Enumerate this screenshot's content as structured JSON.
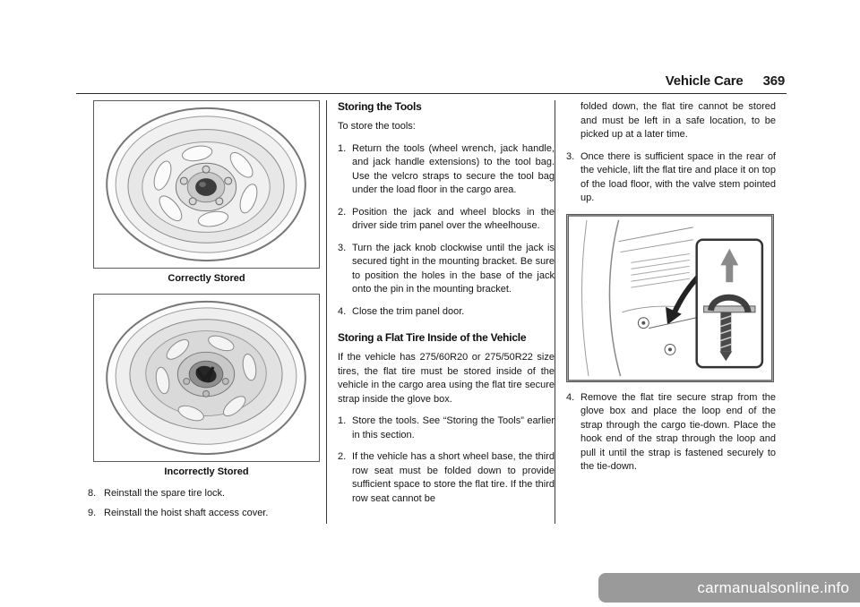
{
  "header": {
    "title": "Vehicle Care",
    "page_number": "369"
  },
  "left": {
    "caption_correct": "Correctly Stored",
    "caption_incorrect": "Incorrectly Stored",
    "items": [
      {
        "num": "8.",
        "text": "Reinstall the spare tire lock."
      },
      {
        "num": "9.",
        "text": "Reinstall the hoist shaft access cover."
      }
    ]
  },
  "middle": {
    "tools": {
      "heading": "Storing the Tools",
      "intro": "To store the tools:",
      "steps": [
        {
          "num": "1.",
          "text": "Return the tools (wheel wrench, jack handle, and jack handle extensions) to the tool bag. Use the velcro straps to secure the tool bag under the load floor in the cargo area."
        },
        {
          "num": "2.",
          "text": "Position the jack and wheel blocks in the driver side trim panel over the wheelhouse."
        },
        {
          "num": "3.",
          "text": "Turn the jack knob clockwise until the jack is secured tight in the mounting bracket. Be sure to position the holes in the base of the jack onto the pin in the mounting bracket."
        },
        {
          "num": "4.",
          "text": "Close the trim panel door."
        }
      ]
    },
    "flat_tire": {
      "heading": "Storing a Flat Tire Inside of the Vehicle",
      "intro": "If the vehicle has 275/60R20 or 275/50R22 size tires, the flat tire must be stored inside of the vehicle in the cargo area using the flat tire secure strap inside the glove box.",
      "steps": [
        {
          "num": "1.",
          "text": "Store the tools. See “Storing the Tools” earlier in this section."
        },
        {
          "num": "2.",
          "text": "If the vehicle has a short wheel base, the third row seat must be folded down to provide sufficient space to store the flat tire. If the third row seat cannot be"
        }
      ]
    }
  },
  "right": {
    "continuation": "folded down, the flat tire cannot be stored and must be left in a safe location, to be picked up at a later time.",
    "steps": [
      {
        "num": "3.",
        "text": "Once there is sufficient space in the rear of the vehicle, lift the flat tire and place it on top of the load floor, with the valve stem pointed up."
      },
      {
        "num": "4.",
        "text": "Remove the flat tire secure strap from the glove box and place the loop end of the strap through the cargo tie-down. Place the hook end of the strap through the loop and pull it until the strap is fastened securely to the tie-down."
      }
    ]
  },
  "watermark": "carmanualsonline.info",
  "colors": {
    "text": "#111111",
    "rule": "#3a3a3a",
    "watermark_bg": "#9a9a9a",
    "watermark_text": "#ffffff"
  }
}
